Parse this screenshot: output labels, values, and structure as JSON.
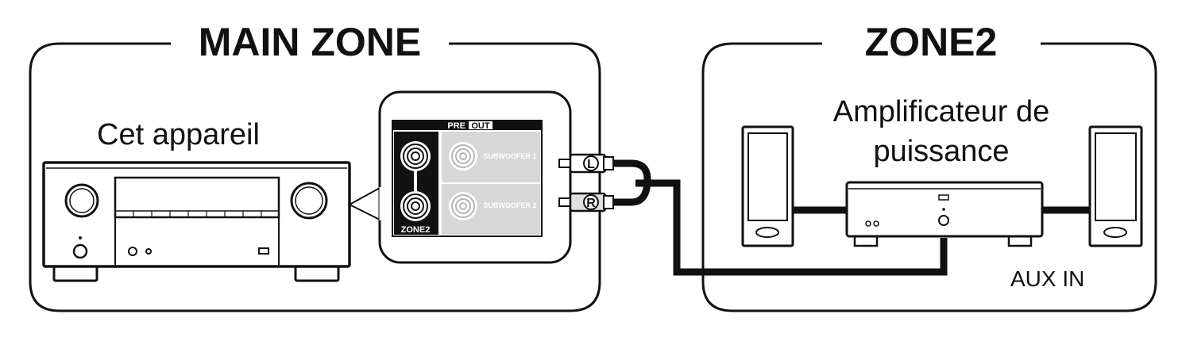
{
  "main_zone": {
    "title": "MAIN ZONE",
    "device_label": "Cet appareil",
    "panel": {
      "header_pre": "PRE",
      "header_out": "OUT",
      "zone2_label": "ZONE2",
      "subwoofer1": "SUBWOOFER 1",
      "subwoofer2": "SUBWOOFER 2"
    }
  },
  "zone2": {
    "title": "ZONE2",
    "amplifier_label_line1": "Amplificateur de",
    "amplifier_label_line2": "puissance",
    "input_label": "AUX IN"
  },
  "cable": {
    "left_plug": "L",
    "right_plug": "R"
  },
  "icons": [
    "av-receiver-icon",
    "speaker-icon",
    "power-amplifier-icon",
    "rca-plug-icon",
    "rca-jack-icon"
  ]
}
